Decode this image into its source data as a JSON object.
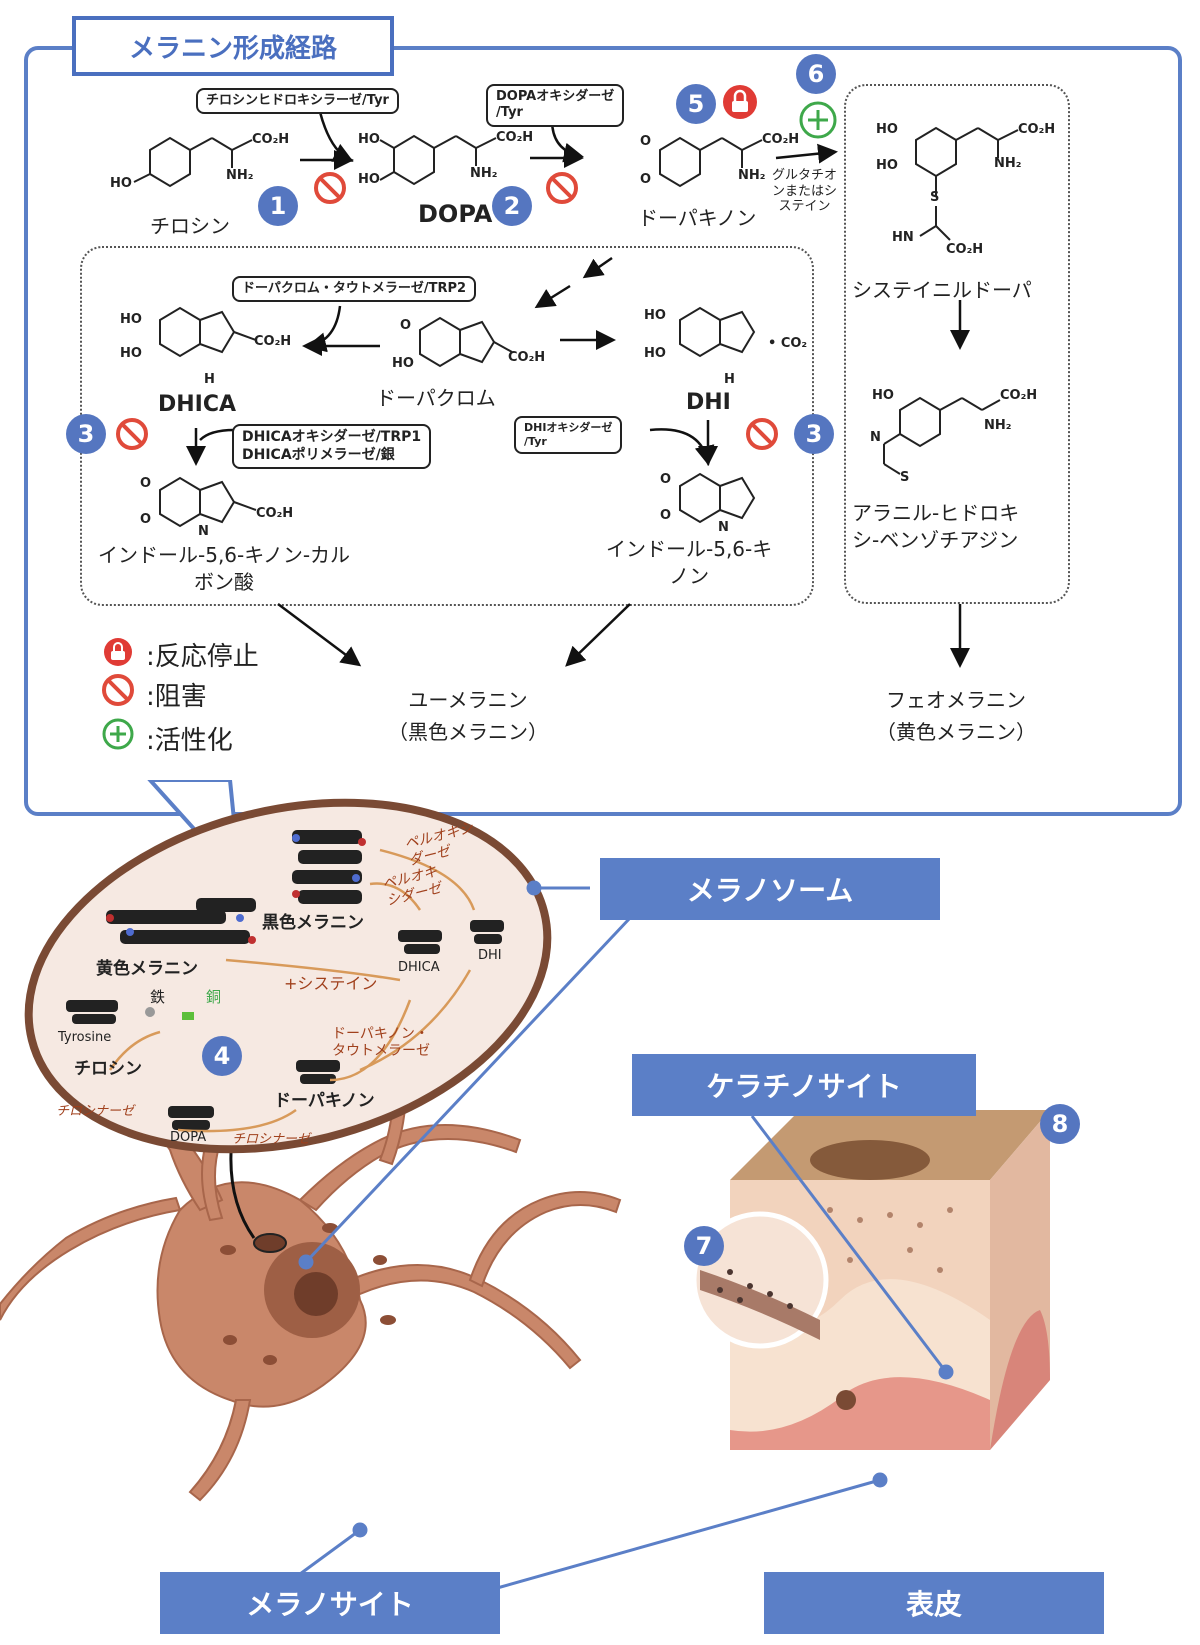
{
  "title": "メラニン形成経路",
  "pathway": {
    "enzyme_tyr_hydroxylase": "チロシンヒドロキシラーゼ/Tyr",
    "enzyme_dopa_oxidase_line1": "DOPAオキシダーゼ",
    "enzyme_dopa_oxidase_line2": "/Tyr",
    "enzyme_dopachrome_tautomerase": "ドーパクロム・タウトメラーゼ/TRP2",
    "enzyme_dhica_line1": "DHICAオキシダーゼ/TRP1",
    "enzyme_dhica_line2": "DHICAポリメラーゼ/銀",
    "enzyme_dhi_line1": "DHIオキシダーゼ",
    "enzyme_dhi_line2": "/Tyr",
    "tyrosine": "チロシン",
    "dopa": "DOPA",
    "dopaquinone": "ドーパキノン",
    "glutathione_line1": "グルタチオ",
    "glutathione_line2": "ンまたはシ",
    "glutathione_line3": "ステイン",
    "cysteinyldopa": "システイニルドーパ",
    "dopachrome": "ドーパクロム",
    "dhica": "DHICA",
    "dhi": "DHI",
    "co2": "• CO₂",
    "indole_acid_line1": "インドール-5,6-キノン-カル",
    "indole_acid_line2": "ボン酸",
    "indole_quinone_line1": "インドール-5,6-キ",
    "indole_quinone_line2": "ノン",
    "benzothiazine_line1": "アラニル-ヒドロキ",
    "benzothiazine_line2": "シ-ベンゾチアジン",
    "eumelanin_line1": "ユーメラニン",
    "eumelanin_line2": "（黒色メラニン）",
    "pheomelanin_line1": "フェオメラニン",
    "pheomelanin_line2": "（黄色メラニン）",
    "chem_co2h": "CO₂H",
    "chem_nh2": "NH₂",
    "chem_ho": "HO",
    "chem_o": "O",
    "chem_h": "H",
    "chem_n": "N",
    "chem_s": "S",
    "chem_hn": "HN"
  },
  "legend": {
    "stop": ":反応停止",
    "inhibit": ":阻害",
    "activate": ":活性化"
  },
  "numbers": [
    "1",
    "2",
    "3",
    "3",
    "4",
    "5",
    "6",
    "7",
    "8"
  ],
  "melanosome": {
    "peroxidase1_line1": "ペルオキシ",
    "peroxidase1_line2": "ダーゼ",
    "peroxidase2_line1": "ペルオキ",
    "peroxidase2_line2": "シダーゼ",
    "black_melanin": "黒色メラニン",
    "yellow_melanin": "黄色メラニン",
    "cysteine": "+システイン",
    "dhica": "DHICA",
    "dhi": "DHI",
    "iron": "鉄",
    "copper": "銅",
    "tyrosine_en": "Tyrosine",
    "tyrosine": "チロシン",
    "dopaquinone_tautomerase_line1": "ドーパキノン・",
    "dopaquinone_tautomerase_line2": "タウトメラーゼ",
    "dopaquinone": "ドーパキノン",
    "tyrosinase1": "チロシナーゼ",
    "tyrosinase2": "チロシナーゼ",
    "dopa": "DOPA"
  },
  "callouts": {
    "melanosome": "メラノソーム",
    "keratinocyte": "ケラチノサイト",
    "melanocyte": "メラノサイト",
    "epidermis": "表皮"
  },
  "colors": {
    "accent_blue": "#5b7fc7",
    "stop_red": "#e03b35",
    "inhibit_red": "#e04a3a",
    "activate_green": "#3ea84a",
    "cell_brown": "#c9876a"
  }
}
